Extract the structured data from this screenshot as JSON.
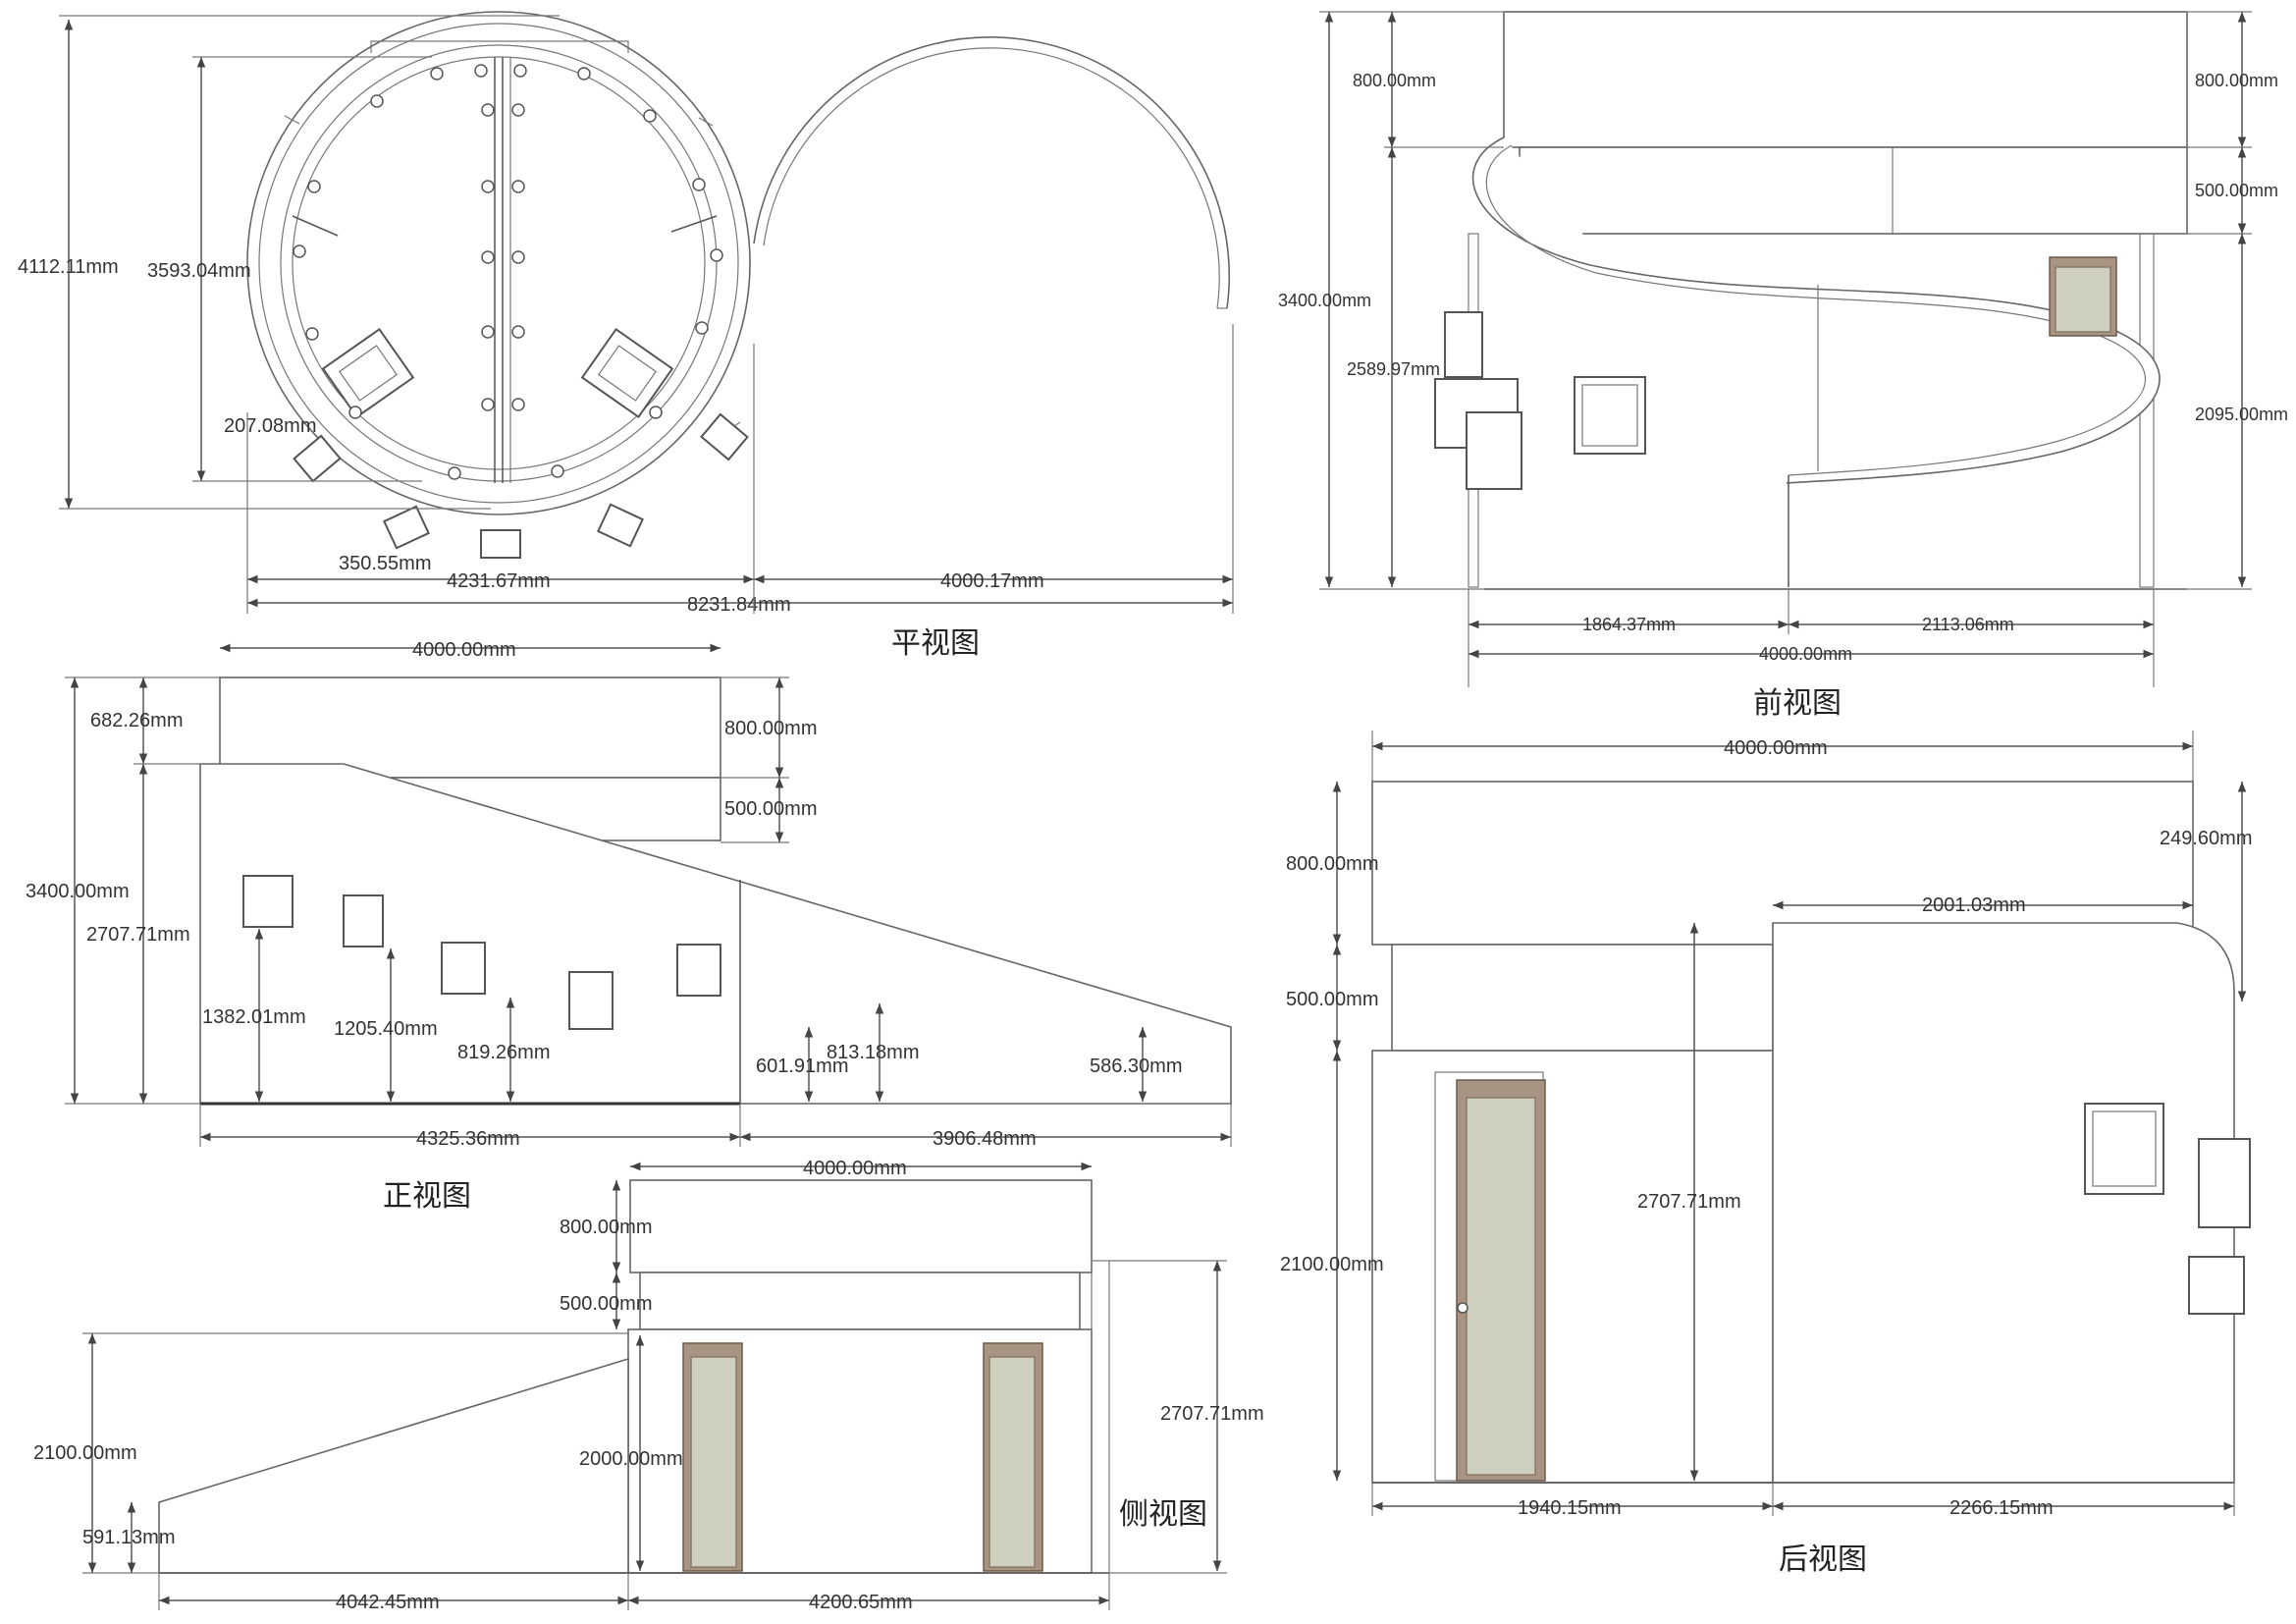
{
  "views": {
    "plan": {
      "title": "平视图",
      "dims": {
        "overall_height": "4112.11mm",
        "inner_diameter": "3593.04mm",
        "wall_gap": "207.08mm",
        "offset": "350.55mm",
        "circle_width": "4231.67mm",
        "arc_width": "4000.17mm",
        "total_width": "8231.84mm"
      }
    },
    "front": {
      "title": "前视图",
      "dims": {
        "top_left": "800.00mm",
        "height_left": "3400.00mm",
        "mid_left": "2589.97mm",
        "top_right": "800.00mm",
        "band_right": "500.00mm",
        "lower_right": "2095.00mm",
        "bottom_left": "1864.37mm",
        "bottom_right": "2113.06mm",
        "bottom_total": "4000.00mm"
      }
    },
    "facade": {
      "title": "正视图",
      "dims": {
        "top_width": "4000.00mm",
        "top_left": "682.26mm",
        "top_band": "800.00mm",
        "mid_band": "500.00mm",
        "height": "3400.00mm",
        "wall": "2707.71mm",
        "win1": "1382.01mm",
        "win2": "1205.40mm",
        "win3": "819.26mm",
        "win4": "601.91mm",
        "win5": "813.18mm",
        "ramp_end": "586.30mm",
        "bottom_left": "4325.36mm",
        "bottom_right": "3906.48mm"
      }
    },
    "side": {
      "title": "侧视图",
      "dims": {
        "top_width": "4000.00mm",
        "top_band": "800.00mm",
        "mid_band": "500.00mm",
        "ramp_height": "2100.00mm",
        "ramp_low": "591.13mm",
        "door_height": "2000.00mm",
        "wall_height": "2707.71mm",
        "bottom_left": "4042.45mm",
        "bottom_right": "4200.65mm"
      }
    },
    "rear": {
      "title": "后视图",
      "dims": {
        "top_width": "4000.00mm",
        "top_band": "800.00mm",
        "corner": "249.60mm",
        "right_upper": "2001.03mm",
        "mid_band": "500.00mm",
        "wall_height": "2707.71mm",
        "door_height": "2100.00mm",
        "bottom_left": "1940.15mm",
        "bottom_right": "2266.15mm"
      }
    }
  }
}
